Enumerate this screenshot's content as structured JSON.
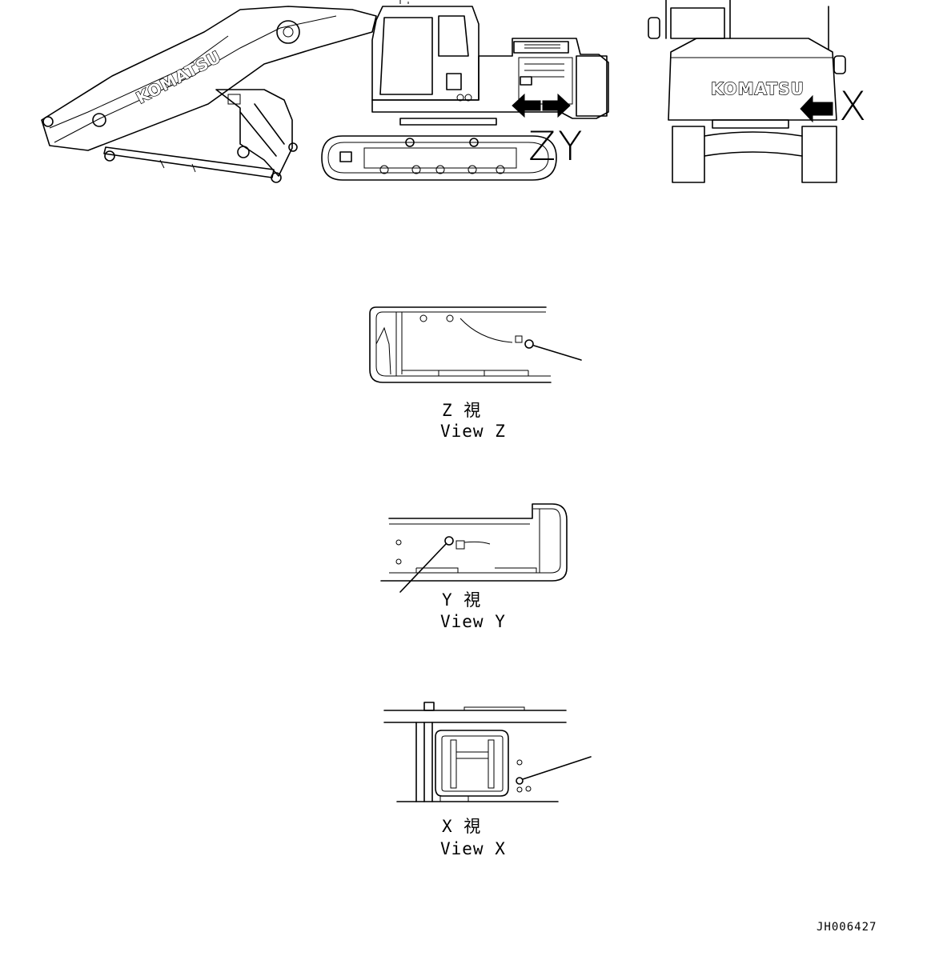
{
  "brand": {
    "logo_text": "KOMATSU"
  },
  "arrow_letters": {
    "z": "Z",
    "y": "Y",
    "x": "X"
  },
  "views": {
    "z": {
      "jp": "Z 視",
      "en": "View Z"
    },
    "y": {
      "jp": "Y 視",
      "en": "View Y"
    },
    "x": {
      "jp": "X 視",
      "en": "View X"
    }
  },
  "drawing_code": "JH006427"
}
